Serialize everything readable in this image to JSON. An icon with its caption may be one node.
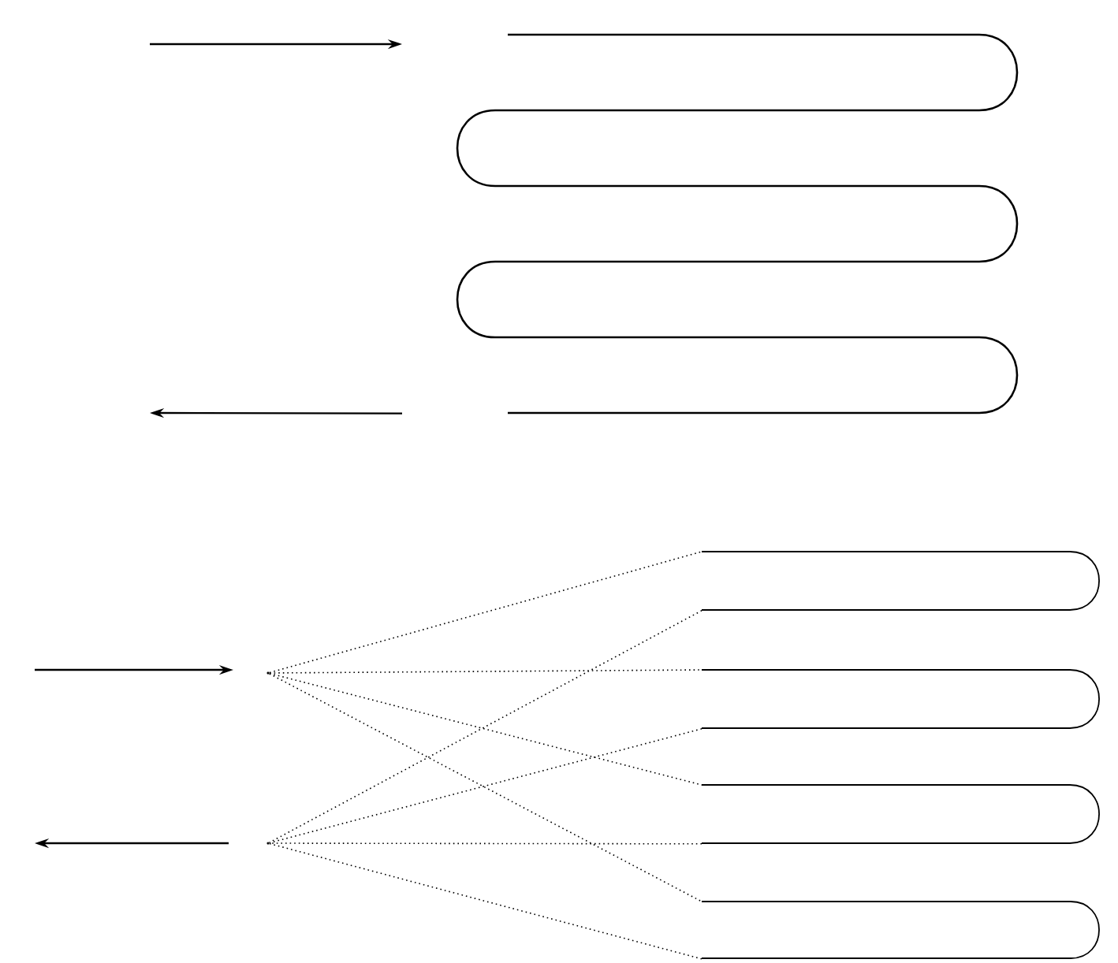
{
  "diagram": {
    "nodes": [
      {
        "text": [],
        "shape": "coil"
      },
      {
        "text": [],
        "shape": "loop"
      },
      {
        "text": [],
        "shape": "loop"
      },
      {
        "text": [],
        "shape": "loop"
      },
      {
        "text": [],
        "shape": "loop"
      },
      {
        "text": [],
        "shape": "point"
      },
      {
        "text": [],
        "shape": "point"
      }
    ],
    "edges": [
      {
        "from": null,
        "to": 0,
        "arrow": "to"
      },
      {
        "from": 0,
        "to": null,
        "arrow": "to"
      },
      {
        "from": null,
        "to": 5,
        "arrow": "to"
      },
      {
        "from": 6,
        "to": null,
        "arrow": "to"
      },
      {
        "from": 5,
        "to": 1,
        "arrow": "none",
        "style": "dashed"
      },
      {
        "from": 5,
        "to": 2,
        "arrow": "none",
        "style": "dashed"
      },
      {
        "from": 5,
        "to": 3,
        "arrow": "none",
        "style": "dashed"
      },
      {
        "from": 5,
        "to": 4,
        "arrow": "none",
        "style": "dashed"
      },
      {
        "from": 1,
        "to": 6,
        "arrow": "none",
        "style": "dashed"
      },
      {
        "from": 2,
        "to": 6,
        "arrow": "none",
        "style": "dashed"
      },
      {
        "from": 3,
        "to": 6,
        "arrow": "none",
        "style": "dashed"
      },
      {
        "from": 4,
        "to": 6,
        "arrow": "none",
        "style": "dashed"
      }
    ]
  }
}
